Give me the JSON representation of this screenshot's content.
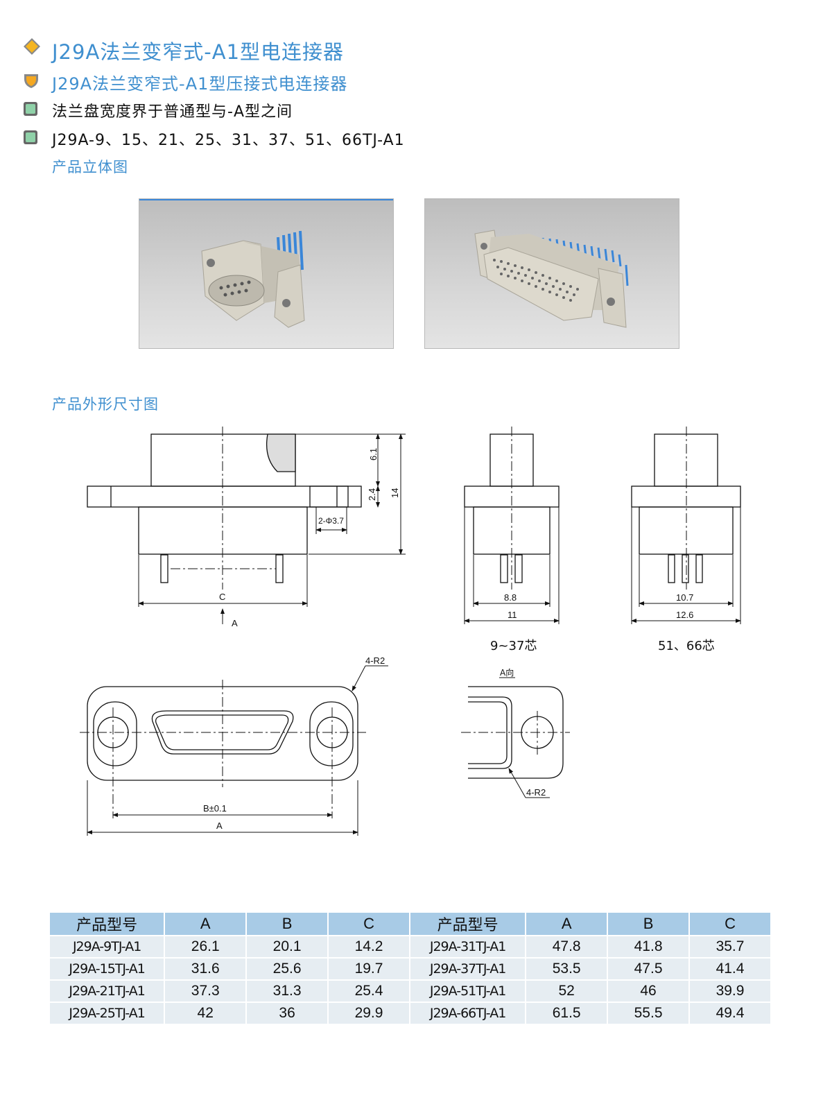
{
  "headings": {
    "title": "J29A法兰变窄式-A1型电连接器",
    "subtitle": "J29A法兰变窄式-A1型压接式电连接器",
    "feature1": "法兰盘宽度界于普通型与-A型之间",
    "feature2": "J29A-9、15、21、25、31、37、51、66TJ-A1",
    "section_3d": "产品立体图",
    "section_dim": "产品外形尺寸图"
  },
  "icons": {
    "title": "diamond-icon",
    "subtitle": "shield-icon",
    "bullet": "square-bullet-icon"
  },
  "colors": {
    "accent": "#3f8fcf",
    "table_header": "#a8cbe6",
    "table_cell": "#e6edf2"
  },
  "drawing": {
    "front": {
      "h1": "6.1",
      "h2": "2.4",
      "h3": "14",
      "hole": "2-Φ3.7",
      "c": "C",
      "view": "A"
    },
    "side1": {
      "inner": "8.8",
      "outer": "11",
      "caption": "9~37芯"
    },
    "side2": {
      "inner": "10.7",
      "outer": "12.6",
      "caption": "51、66芯"
    },
    "bottom": {
      "radius": "4-R2",
      "b": "B±0.1",
      "a": "A"
    },
    "aview": {
      "title": "A向",
      "radius": "4-R2"
    }
  },
  "table": {
    "headers": [
      "产品型号",
      "A",
      "B",
      "C",
      "产品型号",
      "A",
      "B",
      "C"
    ],
    "rows": [
      [
        "J29A-9TJ-A1",
        "26.1",
        "20.1",
        "14.2",
        "J29A-31TJ-A1",
        "47.8",
        "41.8",
        "35.7"
      ],
      [
        "J29A-15TJ-A1",
        "31.6",
        "25.6",
        "19.7",
        "J29A-37TJ-A1",
        "53.5",
        "47.5",
        "41.4"
      ],
      [
        "J29A-21TJ-A1",
        "37.3",
        "31.3",
        "25.4",
        "J29A-51TJ-A1",
        "52",
        "46",
        "39.9"
      ],
      [
        "J29A-25TJ-A1",
        "42",
        "36",
        "29.9",
        "J29A-66TJ-A1",
        "61.5",
        "55.5",
        "49.4"
      ]
    ]
  }
}
